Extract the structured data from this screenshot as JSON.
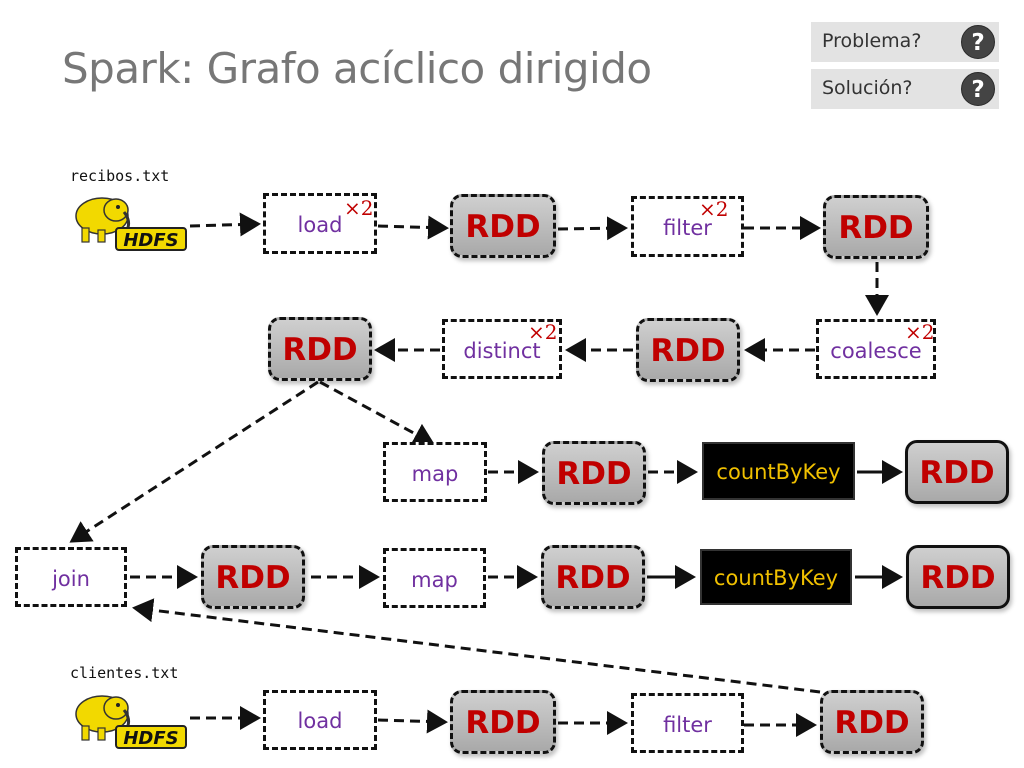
{
  "title": "Spark: Grafo acíclico dirigido",
  "questions": [
    {
      "text": "Problema?",
      "icon": "?"
    },
    {
      "text": "Solución?",
      "icon": "?"
    }
  ],
  "files": {
    "recibos": "recibos.txt",
    "clientes": "clientes.txt"
  },
  "hdfs_logo_text": "HDFS",
  "multiplier": "×2",
  "nodes": {
    "load1": "load",
    "rdd1": "RDD",
    "filter1": "filter",
    "rdd2": "RDD",
    "coalesce": "coalesce",
    "rdd3": "RDD",
    "distinct": "distinct",
    "rdd4": "RDD",
    "map1": "map",
    "rdd5": "RDD",
    "countByKey1": "countByKey",
    "rdd6": "RDD",
    "join": "join",
    "rdd7": "RDD",
    "map2": "map",
    "rdd8": "RDD",
    "countByKey2": "countByKey",
    "rdd9": "RDD",
    "load2": "load",
    "rdd10": "RDD",
    "filter2": "filter",
    "rdd11": "RDD"
  },
  "colors": {
    "title": "#777777",
    "op_text": "#7030a0",
    "rdd_text": "#c00000",
    "multiplier": "#c00000",
    "countByKey_text": "#f0c000",
    "hdfs_yellow": "#f2d900"
  }
}
